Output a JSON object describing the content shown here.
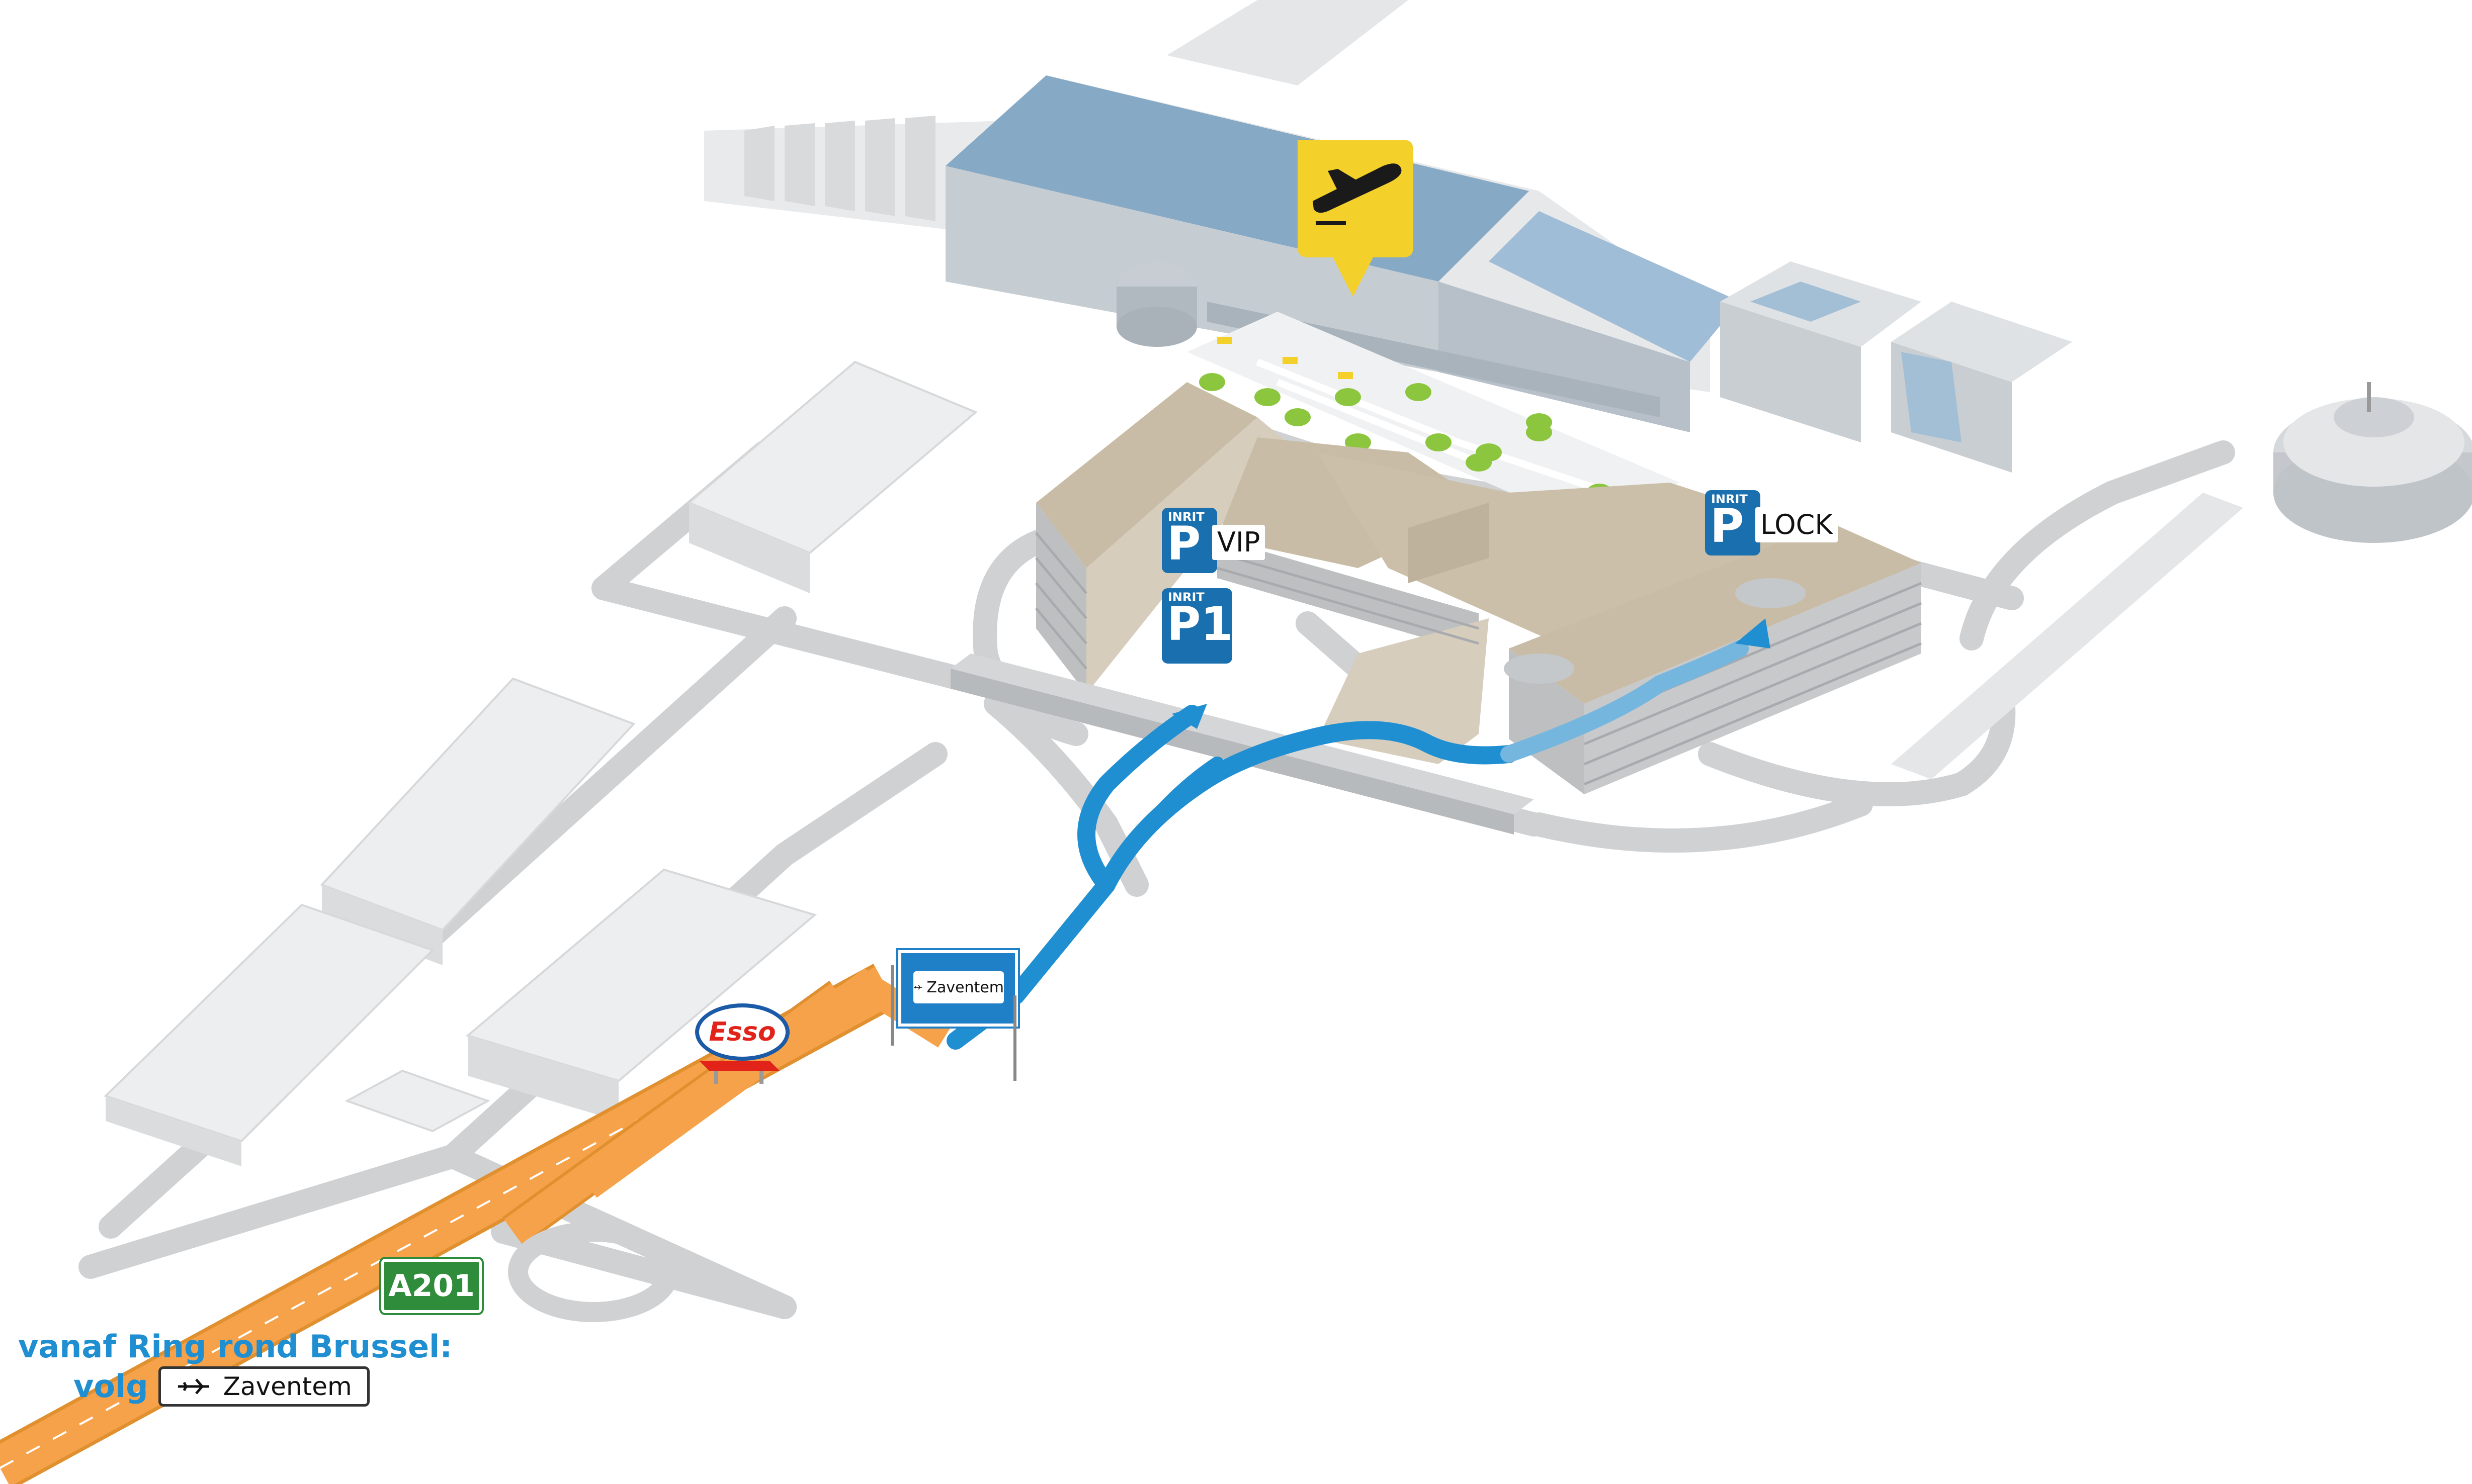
{
  "caption": {
    "line1": "vanaf Ring rond Brussel:",
    "follow_word": "volg",
    "sign_text": "Zaventem"
  },
  "parking": {
    "vip": {
      "inrit": "INRIT",
      "letter": "P",
      "label": "VIP"
    },
    "p1": {
      "inrit": "INRIT",
      "label": "P1"
    },
    "lock": {
      "inrit": "INRIT",
      "letter": "P",
      "label": "LOCK"
    }
  },
  "road_shield": "A201",
  "gas_station": "Esso",
  "gantry_sign": "Zaventem",
  "colors": {
    "route_blue": "#1f8fd2",
    "highway_orange": "#f5a24a",
    "terminal_blue": "#7fa4c4",
    "parking_tan": "#c9bca6",
    "airport_sign_yellow": "#f4d02a",
    "parking_badge_blue": "#1a6fae",
    "shield_green": "#2e8c3a"
  },
  "icons": [
    "departures-plane-icon",
    "plane-icon",
    "esso-logo"
  ]
}
